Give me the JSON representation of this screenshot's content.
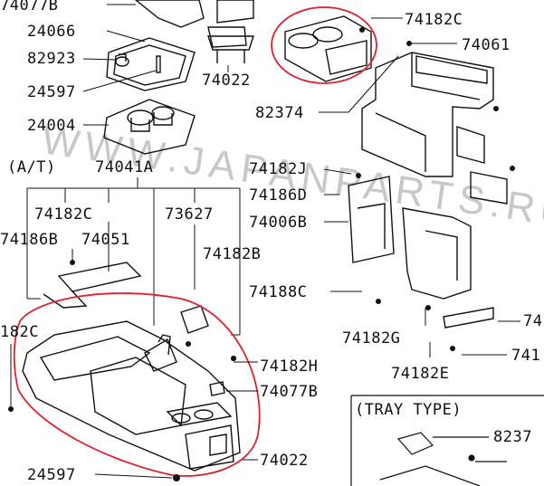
{
  "watermark": "WWW.JAPANPARTS.RU",
  "section_label": "(A/T)",
  "tray_label": "(TRAY TYPE)",
  "labels": {
    "l74077b_top": "74077B",
    "l24066": "24066",
    "l82923": "82923",
    "l24597_top": "24597",
    "l74022_top": "74022",
    "l24004": "24004",
    "l74182c_top": "74182C",
    "l74061": "74061",
    "l82374": "82374",
    "l74041a": "74041A",
    "l74182j": "74182J",
    "l74186d": "74186D",
    "l74006b": "74006B",
    "l74182c_mid": "74182C",
    "l73627": "73627",
    "l74186b": "74186B",
    "l74051": "74051",
    "l74182b": "74182B",
    "l74188c": "74188C",
    "l182c": "182C",
    "l74182g": "74182G",
    "l74182h": "74182H",
    "l74182e": "74182E",
    "l74077b_bot": "74077B",
    "l74022_bot": "74022",
    "l24597_bot": "24597",
    "l8237": "8237",
    "l74_r1": "74",
    "l74_r2": "741"
  },
  "colors": {
    "line": "#111111",
    "highlight": "#e0202a",
    "watermark": "#c8c8c8"
  }
}
